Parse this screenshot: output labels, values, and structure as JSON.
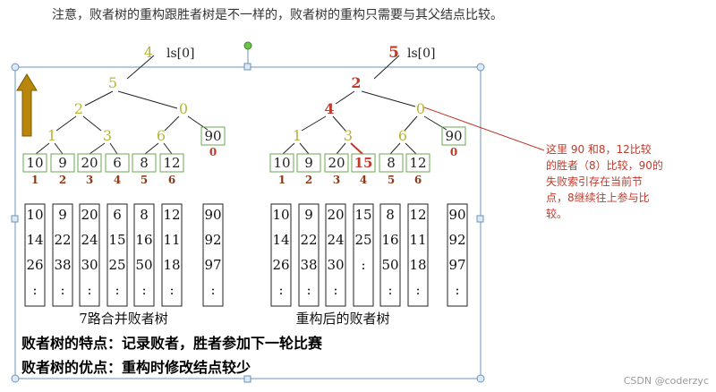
{
  "header_note": "注意，败者树的重构跟胜者树是不一样的，败者树的重构只需要与其父结点比较。",
  "left_tree": {
    "top_winner": "4",
    "top_label": "ls[0]",
    "root": "5",
    "level2": [
      "2",
      "0"
    ],
    "level3": [
      "1",
      "3",
      "6"
    ],
    "extra_box": "90",
    "extra_index": "0",
    "leaves": [
      "10",
      "9",
      "20",
      "6",
      "8",
      "12"
    ],
    "leaf_indices": [
      "1",
      "2",
      "3",
      "4",
      "5",
      "6"
    ]
  },
  "right_tree": {
    "top_winner": "5",
    "top_label": "ls[0]",
    "root": "2",
    "level2": [
      "4",
      "0"
    ],
    "level3": [
      "1",
      "3",
      "6"
    ],
    "extra_box": "90",
    "extra_index": "0",
    "leaves": [
      "10",
      "9",
      "20",
      "15",
      "8",
      "12"
    ],
    "leaf_indices": [
      "1",
      "2",
      "3",
      "4",
      "5",
      "6"
    ]
  },
  "left_runs": [
    [
      "10",
      "14",
      "26",
      ":"
    ],
    [
      "9",
      "22",
      "38",
      ":"
    ],
    [
      "20",
      "24",
      "30",
      ":"
    ],
    [
      "6",
      "15",
      "25",
      ":"
    ],
    [
      "8",
      "16",
      "50",
      ":"
    ],
    [
      "12",
      "11",
      "18",
      ":"
    ],
    [
      "90",
      "92",
      "97",
      ":"
    ]
  ],
  "right_runs": [
    [
      "10",
      "14",
      "26",
      ":"
    ],
    [
      "9",
      "22",
      "38",
      ":"
    ],
    [
      "20",
      "24",
      "30",
      ":"
    ],
    [
      "15",
      "25",
      ":",
      ""
    ],
    [
      "8",
      "16",
      "50",
      ":"
    ],
    [
      "12",
      "11",
      "18",
      ":"
    ],
    [
      "90",
      "92",
      "97",
      ":"
    ]
  ],
  "left_caption": "7路合并败者树",
  "right_caption": "重构后的败者树",
  "bottom_line1": "败者树的特点：记录败者，胜者参加下一轮比赛",
  "bottom_line2": "败者树的优点：重构时修改结点较少",
  "callout": [
    "这里 90 和8，12比较",
    "的胜者（8）比较，90的",
    "失败索引存在当前节",
    "点，8继续往上参与比",
    "较。"
  ],
  "watermark": "CSDN @coderzyc",
  "colors": {
    "olive": "#b5b53a",
    "green_box": "#6aa84f",
    "red": "#c0392b",
    "brown": "#8b3a1a",
    "arrow": "#b8860b",
    "frame": "#6a93b8",
    "callout": "#c0392b"
  }
}
